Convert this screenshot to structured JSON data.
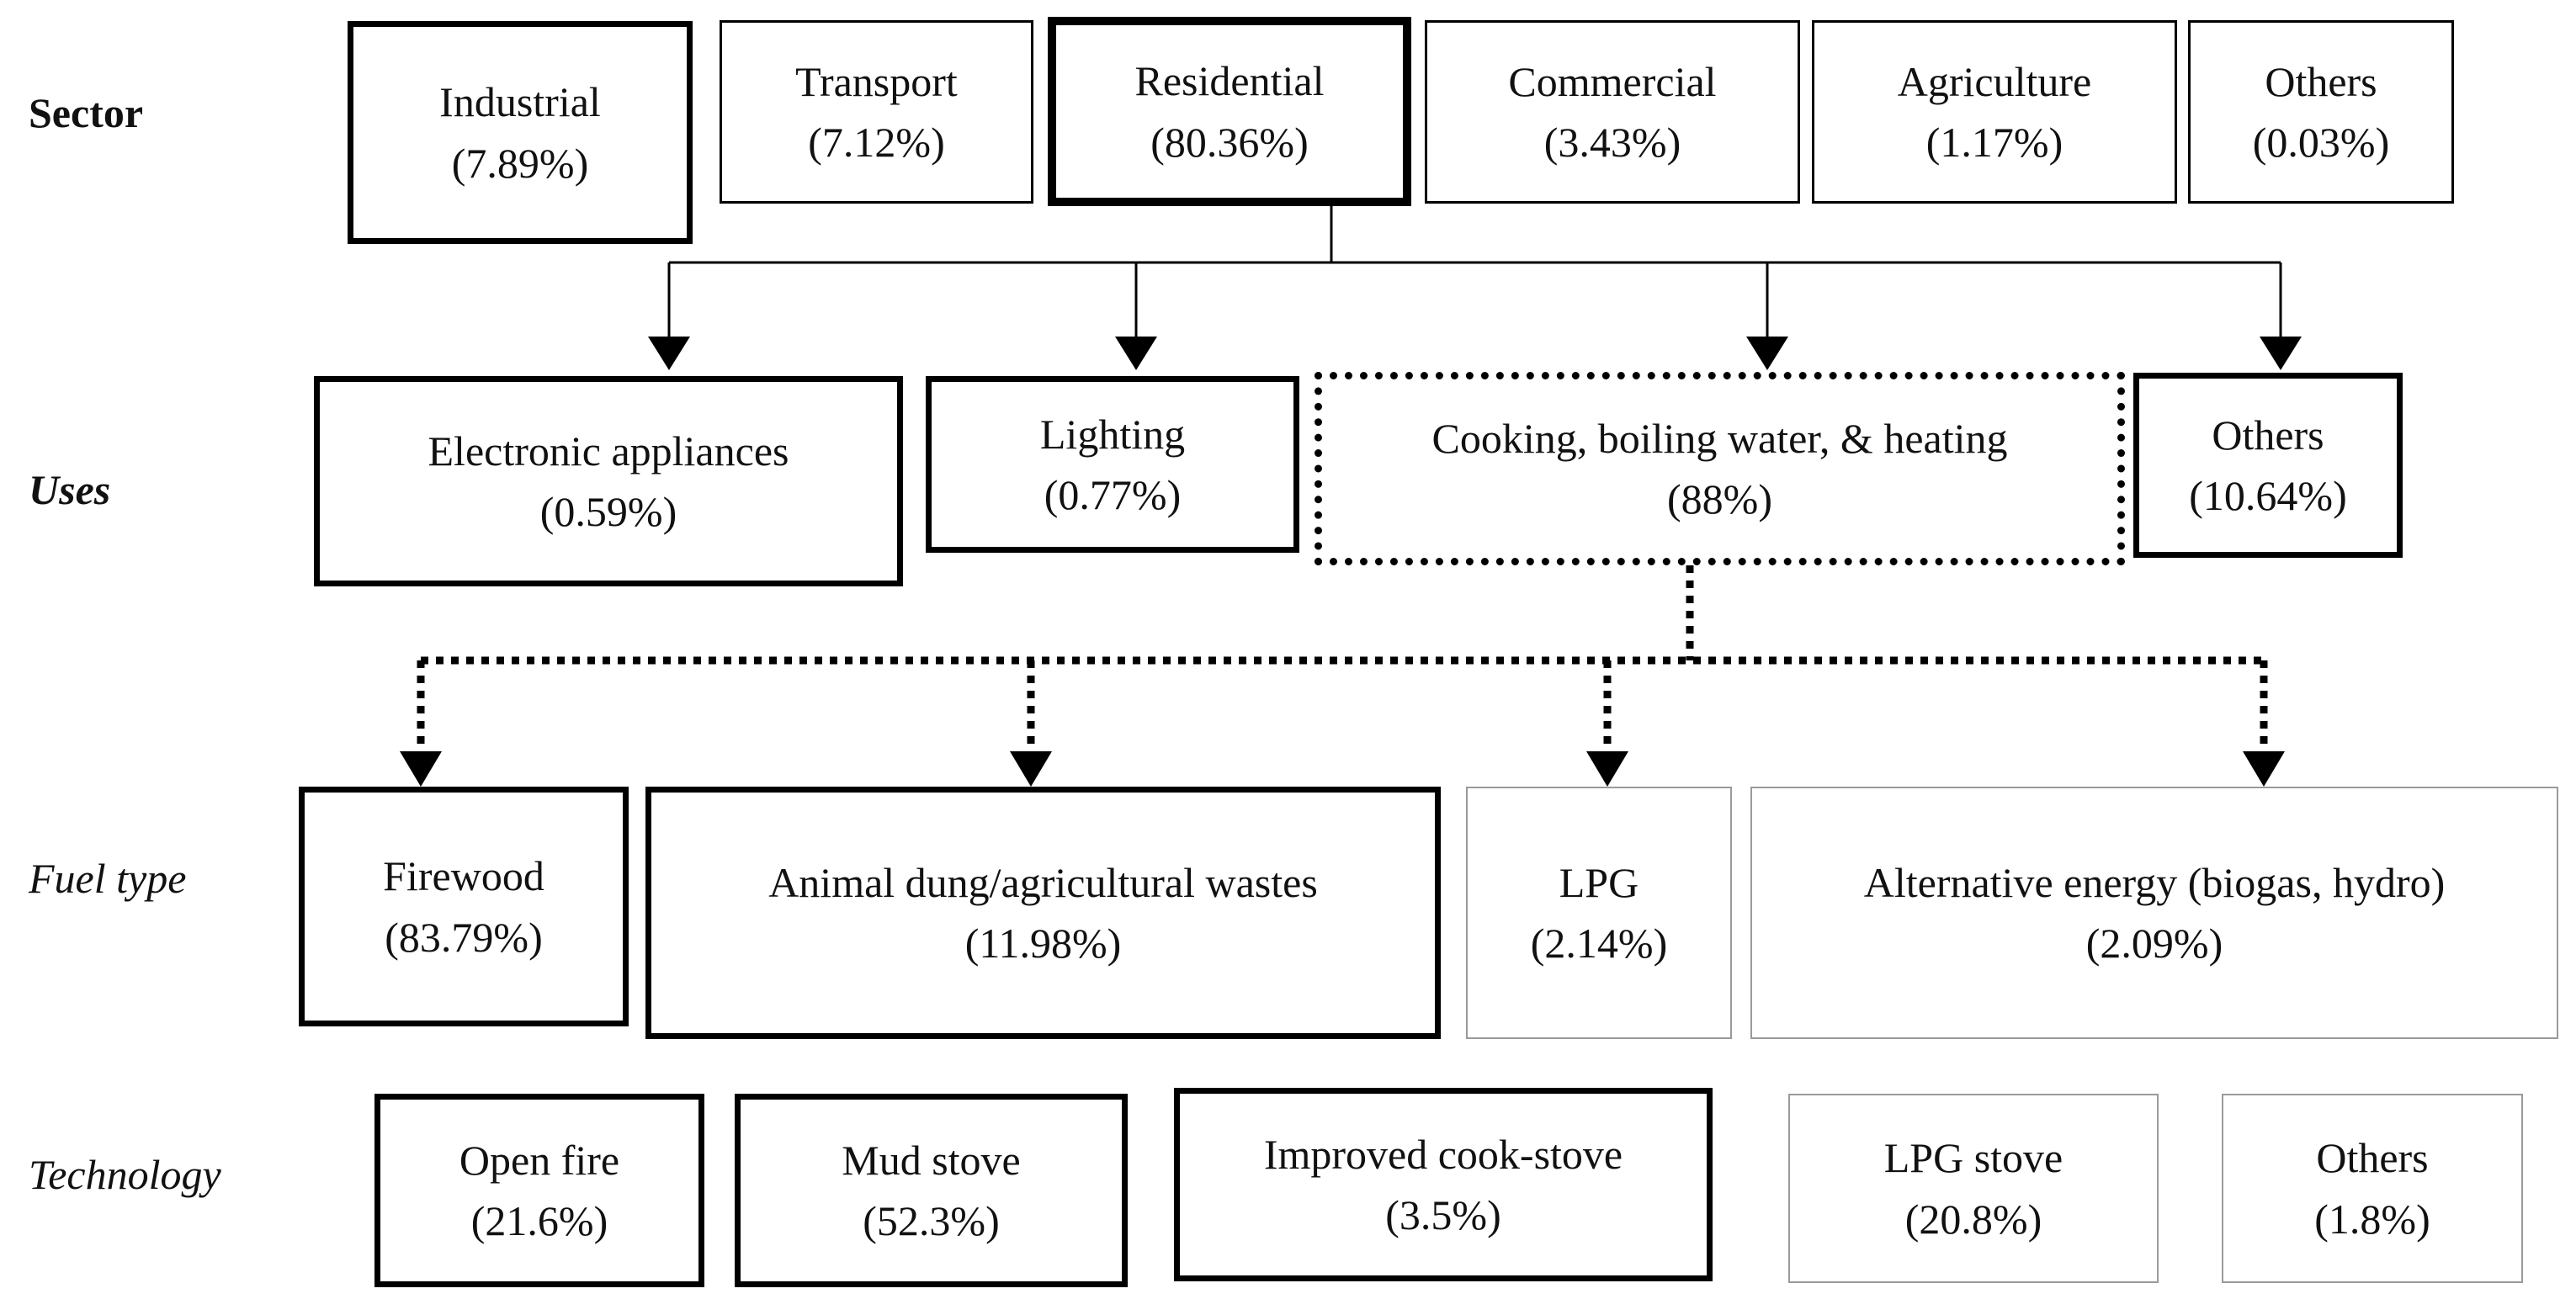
{
  "rows": {
    "sector": "Sector",
    "uses": "Uses",
    "fuel": "Fuel type",
    "technology": "Technology"
  },
  "sector": [
    {
      "name": "Industrial",
      "value": "(7.89%)"
    },
    {
      "name": "Transport",
      "value": "(7.12%)"
    },
    {
      "name": "Residential",
      "value": "(80.36%)"
    },
    {
      "name": "Commercial",
      "value": "(3.43%)"
    },
    {
      "name": "Agriculture",
      "value": "(1.17%)"
    },
    {
      "name": "Others",
      "value": "(0.03%)"
    }
  ],
  "uses": [
    {
      "name": "Electronic appliances",
      "value": "(0.59%)"
    },
    {
      "name": "Lighting",
      "value": "(0.77%)"
    },
    {
      "name": "Cooking, boiling water, & heating",
      "value": "(88%)"
    },
    {
      "name": "Others",
      "value": "(10.64%)"
    }
  ],
  "fuel": [
    {
      "name": "Firewood",
      "value": "(83.79%)"
    },
    {
      "name": "Animal dung/agricultural wastes",
      "value": "(11.98%)"
    },
    {
      "name": "LPG",
      "value": "(2.14%)"
    },
    {
      "name": "Alternative energy (biogas, hydro)",
      "value": "(2.09%)"
    }
  ],
  "technology": [
    {
      "name": "Open fire",
      "value": "(21.6%)"
    },
    {
      "name": "Mud stove",
      "value": "(52.3%)"
    },
    {
      "name": "Improved cook-stove",
      "value": "(3.5%)"
    },
    {
      "name": "LPG stove",
      "value": "(20.8%)"
    },
    {
      "name": "Others",
      "value": "(1.8%)"
    }
  ]
}
